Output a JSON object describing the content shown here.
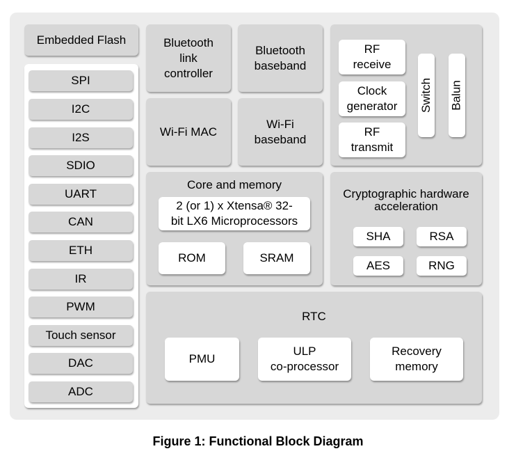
{
  "embedded_flash": "Embedded Flash",
  "peripherals": [
    "SPI",
    "I2C",
    "I2S",
    "SDIO",
    "UART",
    "CAN",
    "ETH",
    "IR",
    "PWM",
    "Touch sensor",
    "DAC",
    "ADC"
  ],
  "bluetooth_link_controller": [
    "Bluetooth",
    "link",
    "controller"
  ],
  "bluetooth_baseband": [
    "Bluetooth",
    "baseband"
  ],
  "wifi_mac": "Wi-Fi MAC",
  "wifi_baseband": [
    "Wi-Fi",
    "baseband"
  ],
  "rf": {
    "receive": [
      "RF",
      "receive"
    ],
    "clock": [
      "Clock",
      "generator"
    ],
    "transmit": [
      "RF",
      "transmit"
    ],
    "switch": "Switch",
    "balun": "Balun"
  },
  "core": {
    "title": "Core and memory",
    "processor": [
      "2 (or 1) x Xtensa® 32-",
      "bit LX6 Microprocessors"
    ],
    "rom": "ROM",
    "sram": "SRAM"
  },
  "crypto": {
    "title": [
      "Cryptographic hardware",
      "acceleration"
    ],
    "sha": "SHA",
    "rsa": "RSA",
    "aes": "AES",
    "rng": "RNG"
  },
  "rtc": {
    "title": "RTC",
    "pmu": "PMU",
    "ulp": [
      "ULP",
      "co-processor"
    ],
    "recovery": [
      "Recovery",
      "memory"
    ]
  },
  "caption": "Figure 1: Functional Block Diagram",
  "colors": {
    "background_frame": "#ececec",
    "block_gray": "#d7d7d7",
    "inner_white": "#ffffff"
  }
}
